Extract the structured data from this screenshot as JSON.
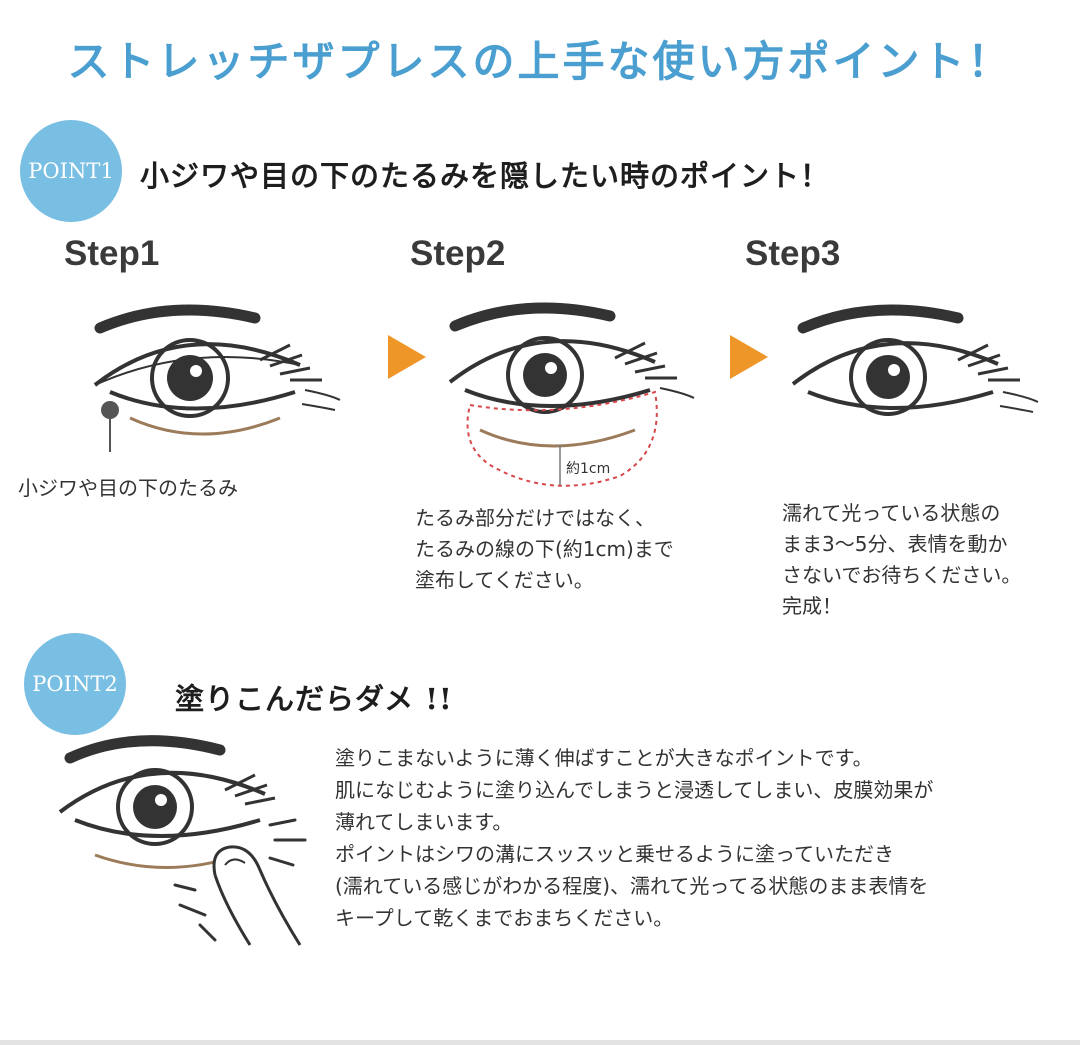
{
  "title": "ストレッチザプレスの上手な使い方ポイント！",
  "point1": {
    "badge": "POINT1",
    "heading": "小ジワや目の下のたるみを隠したい時のポイント！",
    "steps": [
      {
        "label": "Step1",
        "caption": "小ジワや目の下のたるみ"
      },
      {
        "label": "Step2",
        "measure": "約1cm",
        "text": "たるみ部分だけではなく、\nたるみの線の下(約1cm)まで\n塗布してください。"
      },
      {
        "label": "Step3",
        "text": "濡れて光っている状態の\nまま3〜5分、表情を動か\nさないでお待ちください。\n完成！"
      }
    ]
  },
  "point2": {
    "badge": "POINT2",
    "heading": "塗りこんだらダメ !!",
    "text": "塗りこまないように薄く伸ばすことが大きなポイントです。\n肌になじむように塗り込んでしまうと浸透してしまい、皮膜効果が\n薄れてしまいます。\nポイントはシワの溝にスッスッと乗せるように塗っていただき\n(濡れている感じがわかる程度)、濡れて光ってる状態のまま表情を\nキープして乾くまでおまちください。"
  },
  "colors": {
    "title": "#4a9fd0",
    "badge": "#79bfe3",
    "arrow": "#ef9629",
    "dashed": "#d8484a"
  },
  "icons": [
    "eye-icon",
    "arrow-right-icon",
    "finger-icon"
  ]
}
